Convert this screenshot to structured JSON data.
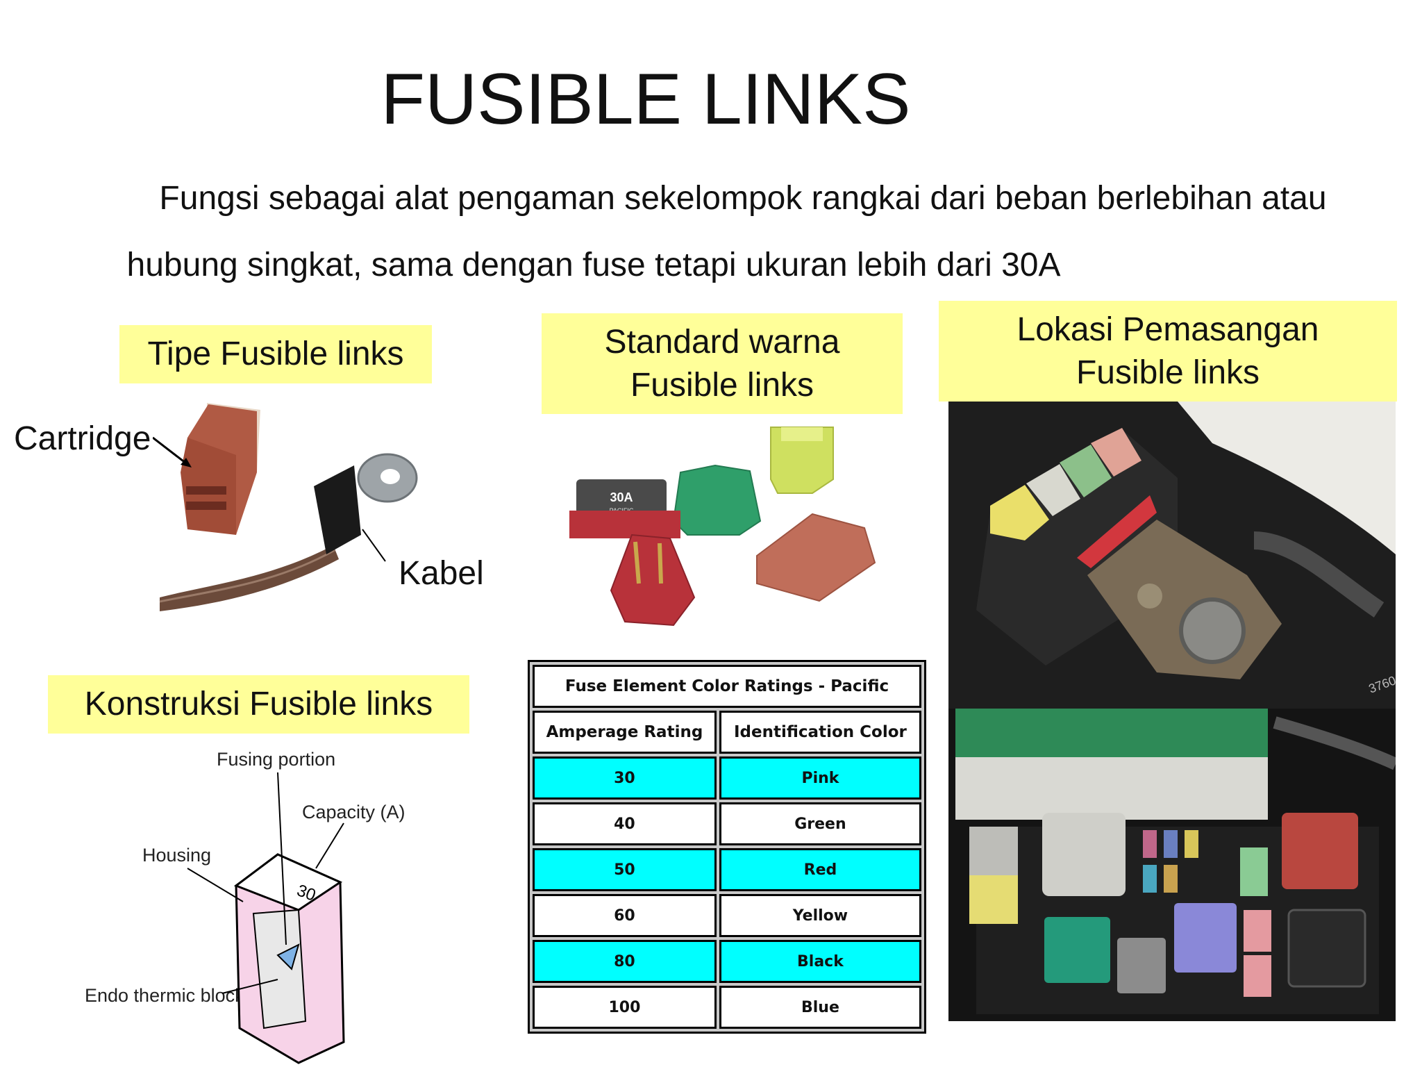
{
  "title": "FUSIBLE LINKS",
  "description": {
    "line1": "Fungsi sebagai alat pengaman sekelompok rangkai dari beban berlebihan atau",
    "line2": "hubung singkat, sama dengan fuse tetapi ukuran lebih dari 30A"
  },
  "labels": {
    "tipe": "Tipe Fusible links",
    "standard_line1": "Standard warna",
    "standard_line2": "Fusible links",
    "lokasi_line1": "Lokasi Pemasangan",
    "lokasi_line2": "Fusible links",
    "konstruksi": "Konstruksi Fusible links"
  },
  "tipe_callouts": {
    "cartridge": "Cartridge",
    "kabel": "Kabel"
  },
  "construction_diagram": {
    "fusing_portion": "Fusing portion",
    "capacity": "Capacity (A)",
    "housing": "Housing",
    "endo_block": "Endo thermic block",
    "housing_number": "30"
  },
  "standard_photo_text": {
    "fuse_label": "30A",
    "fuse_brand": "PACIFIC"
  },
  "lokasi_photo_text": {
    "part_code": "3760"
  },
  "ratings_table": {
    "title": "Fuse Element Color Ratings - Pacific",
    "headers": [
      "Amperage Rating",
      "Identification Color"
    ],
    "rows": [
      {
        "amp": "30",
        "color": "Pink",
        "highlight": true
      },
      {
        "amp": "40",
        "color": "Green",
        "highlight": false
      },
      {
        "amp": "50",
        "color": "Red",
        "highlight": true
      },
      {
        "amp": "60",
        "color": "Yellow",
        "highlight": false
      },
      {
        "amp": "80",
        "color": "Black",
        "highlight": true
      },
      {
        "amp": "100",
        "color": "Blue",
        "highlight": false
      }
    ]
  },
  "colors": {
    "label_bg": "#ffff99",
    "table_highlight": "#00ffff"
  }
}
